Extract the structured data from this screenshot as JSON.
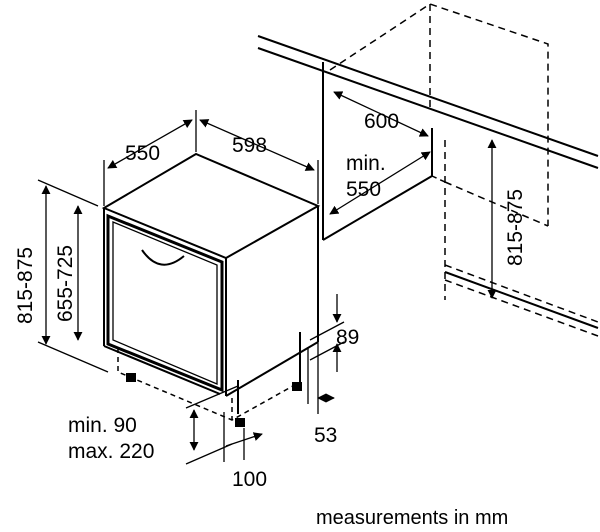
{
  "dimensions": {
    "depth": "550",
    "width": "598",
    "niche_width": "600",
    "niche_min_depth_label": "min.",
    "niche_min_depth_value": "550",
    "niche_height": "815-875",
    "appliance_height": "815-875",
    "front_height": "655-725",
    "plinth_gap": "89",
    "plinth_depth": "53",
    "plinth_min": "min. 90",
    "plinth_max": "max. 220",
    "foot_offset": "100"
  },
  "caption": "measurements in mm"
}
